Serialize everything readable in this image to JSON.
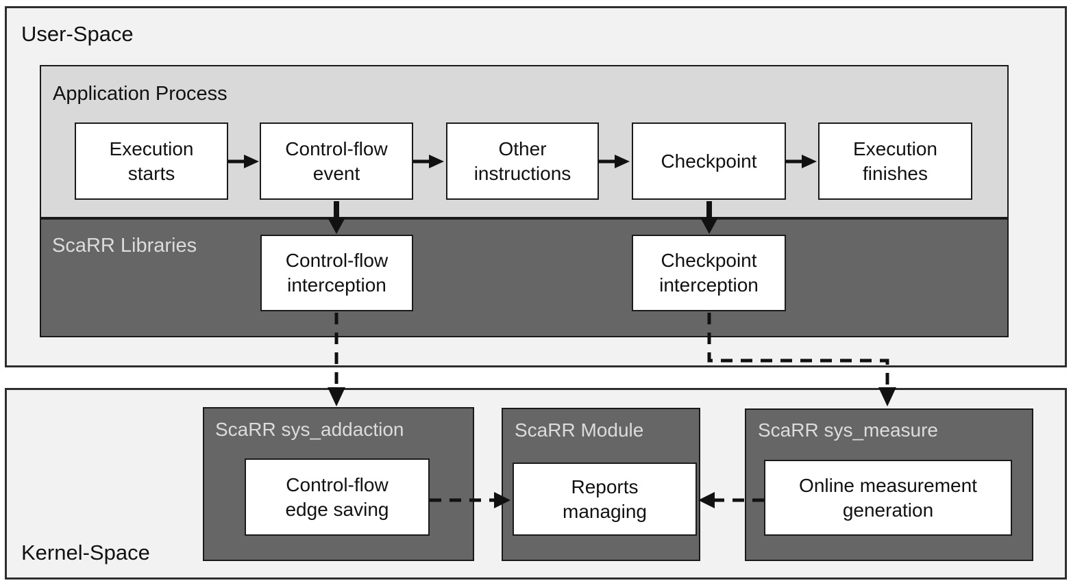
{
  "diagram": {
    "user_space": {
      "label": "User-Space",
      "application_process": {
        "label": "Application Process",
        "flow_boxes": [
          "Execution starts",
          "Control-flow event",
          "Other instructions",
          "Checkpoint",
          "Execution finishes"
        ]
      },
      "scarr_libraries": {
        "label": "ScaRR Libraries",
        "boxes": [
          "Control-flow interception",
          "Checkpoint interception"
        ]
      }
    },
    "kernel_space": {
      "label": "Kernel-Space",
      "modules": [
        {
          "label": "ScaRR sys_addaction",
          "box": "Control-flow edge saving"
        },
        {
          "label": "ScaRR Module",
          "box": "Reports managing"
        },
        {
          "label": "ScaRR sys_measure",
          "box": "Online measurement generation"
        }
      ]
    },
    "colors": {
      "section_bg": "#f2f2f2",
      "process_bg": "#d9d9d9",
      "dark_bg": "#666666",
      "box_bg": "#ffffff",
      "dark_label": "#dcdcdc",
      "text": "#111111"
    }
  }
}
